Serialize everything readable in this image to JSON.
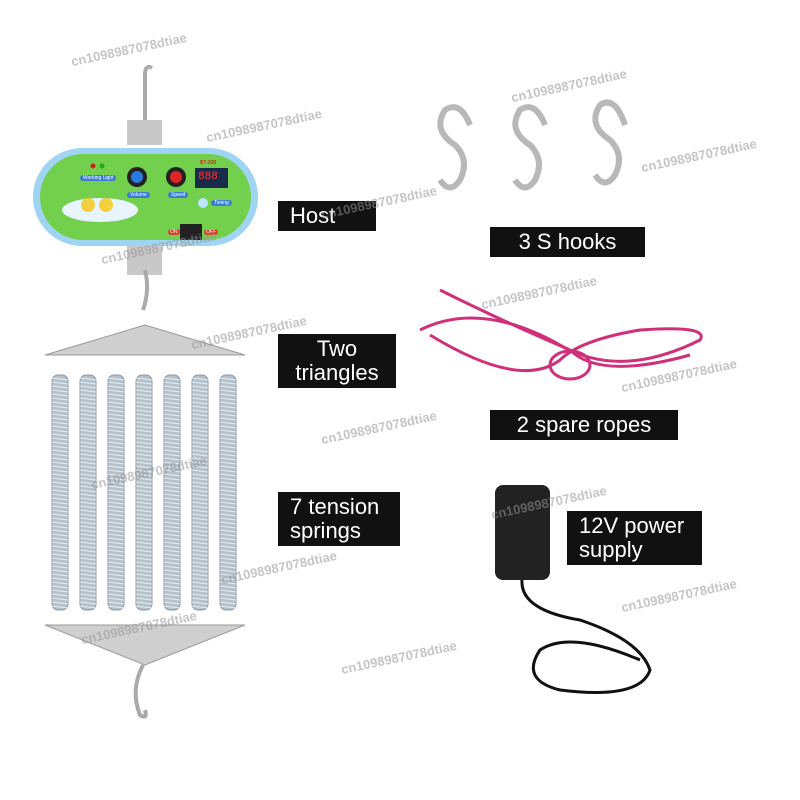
{
  "labels": {
    "host": "Host",
    "hooks": "3 S hooks",
    "triangles": "Two\ntriangles",
    "ropes": "2 spare ropes",
    "springs": "7 tension\nsprings",
    "power": "12V power\nsupply"
  },
  "device": {
    "display": "888",
    "model": "BT-308",
    "working_light": "Working Light",
    "volume": "Volume",
    "speed": "Speed",
    "timing": "Timing",
    "on": "ON",
    "off": "OFF"
  },
  "watermark": "cn1098987078dtiae",
  "colors": {
    "label_bg": "#111111",
    "panel": "#6fd04a",
    "panel_border": "#8cc8f0",
    "rope": "#d0307a"
  }
}
